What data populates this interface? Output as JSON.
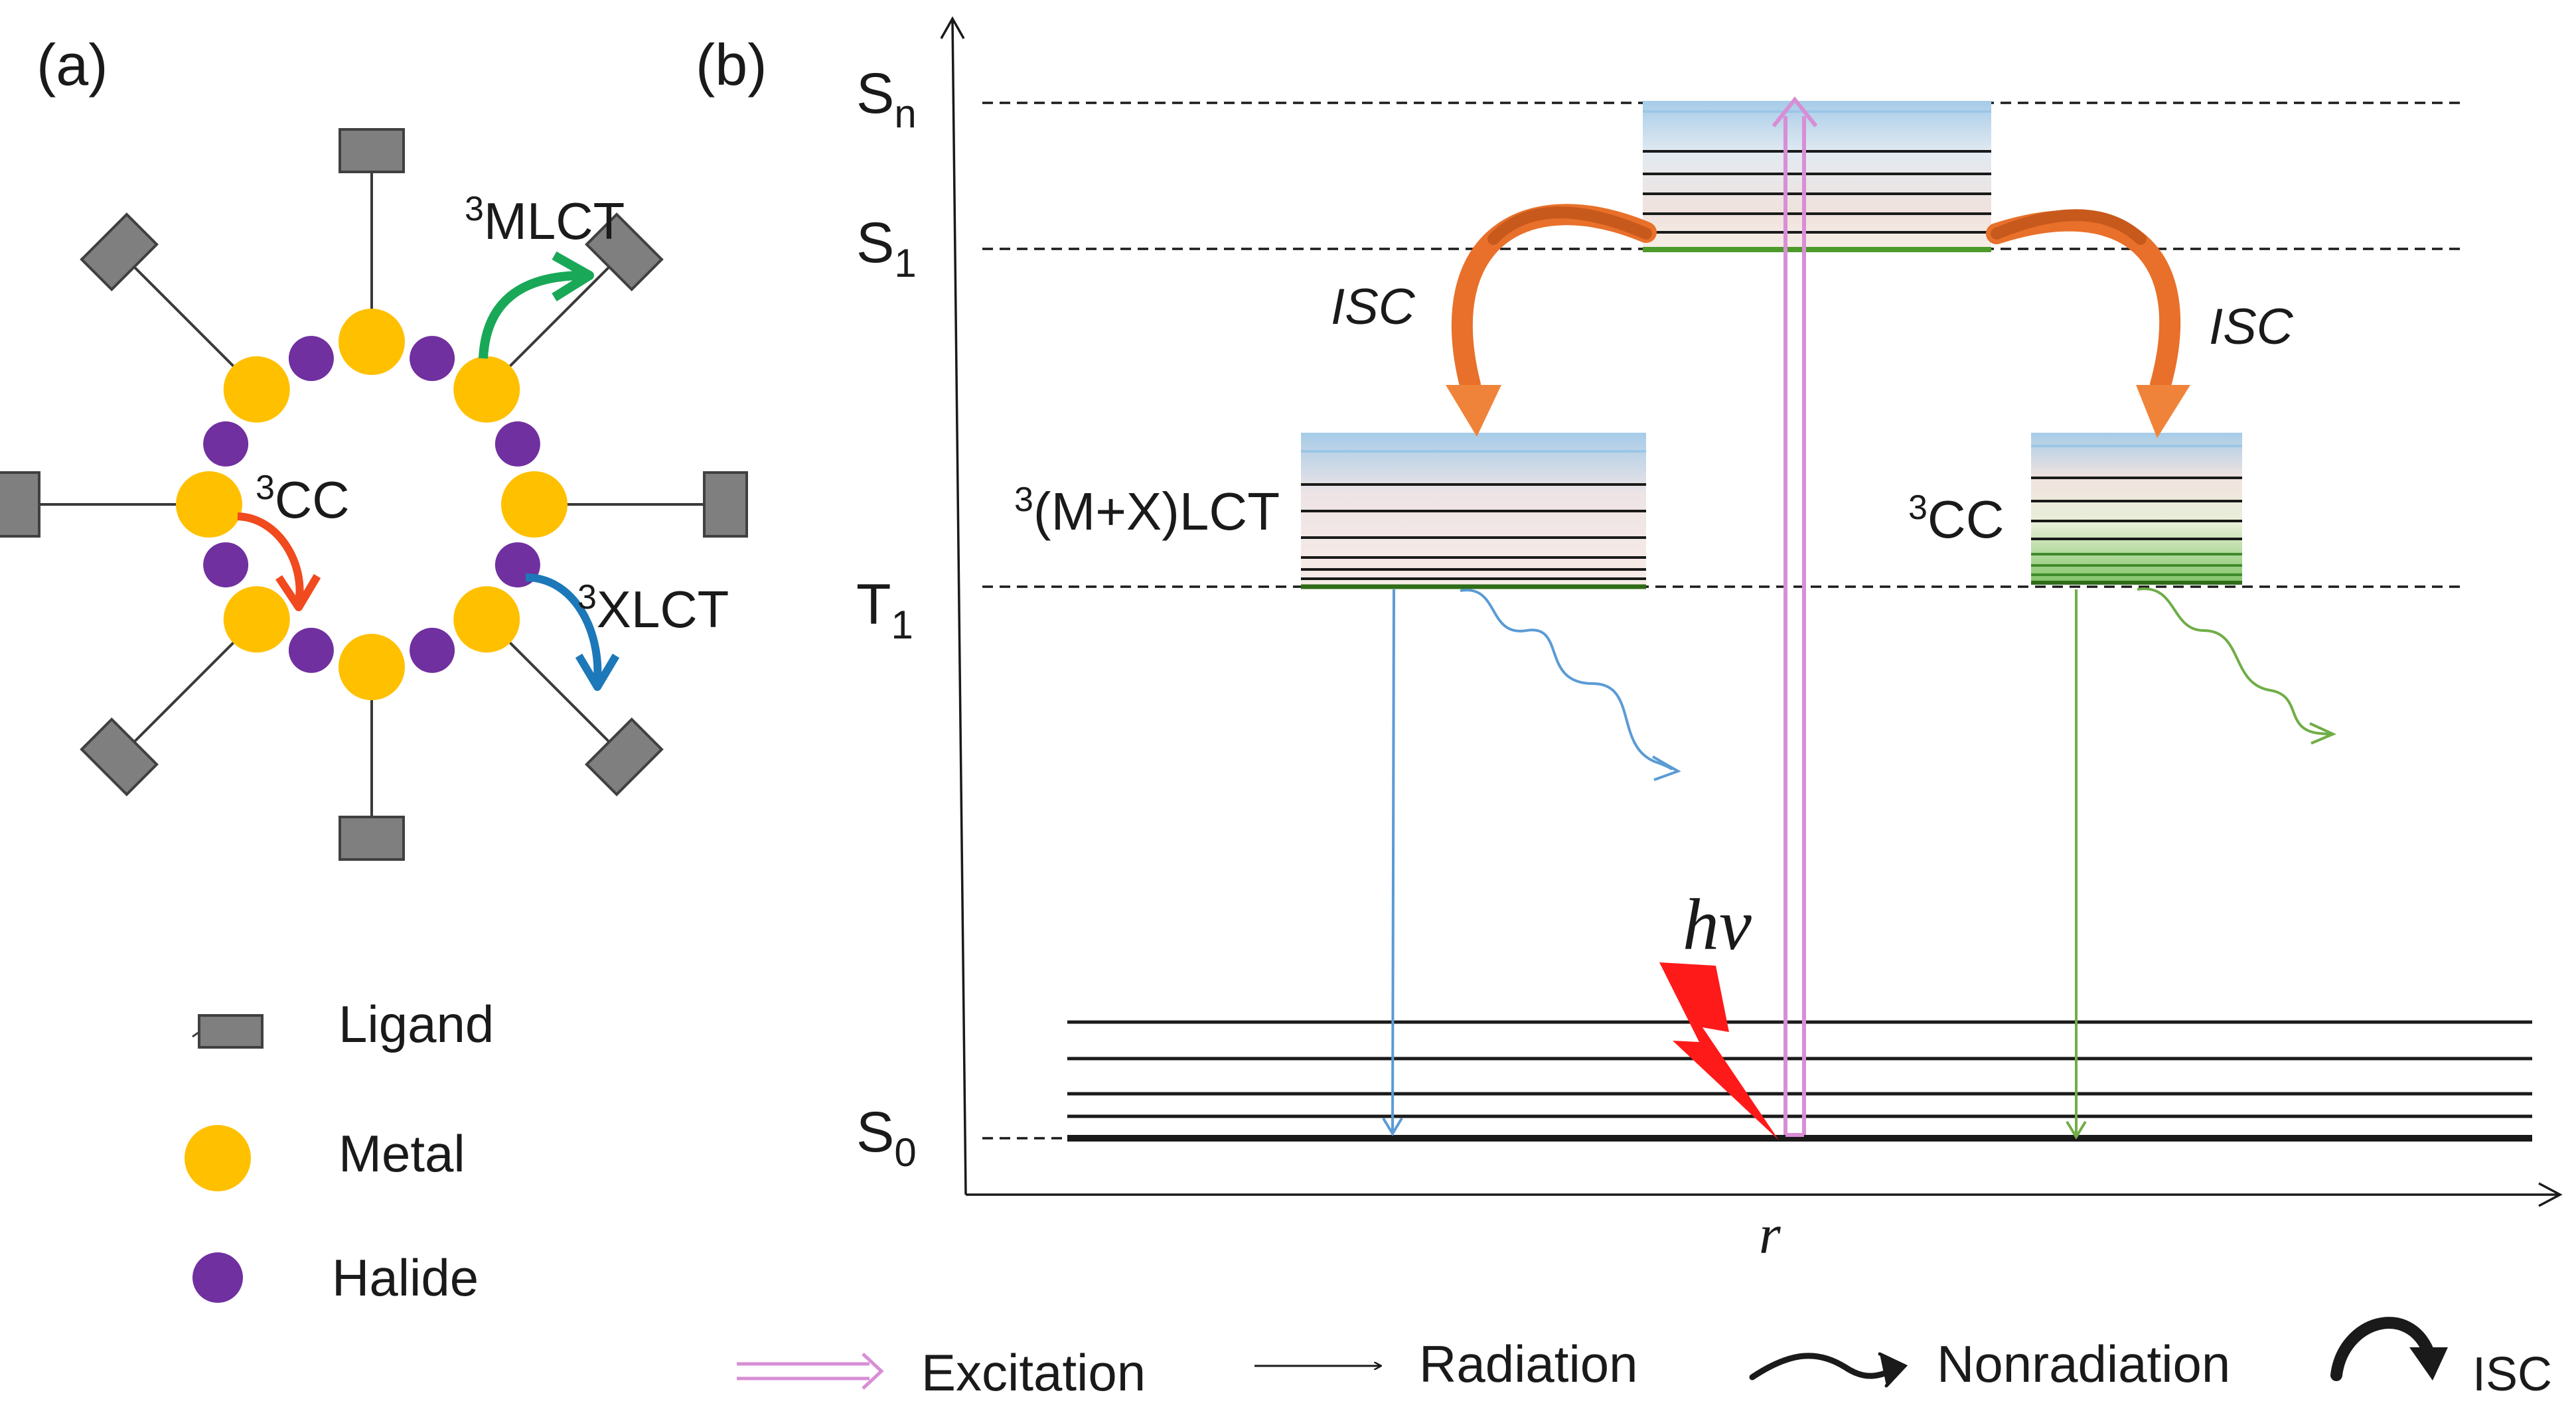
{
  "panel_a": {
    "label": "(a)",
    "transitions": [
      {
        "sup": "3",
        "name": "MLCT",
        "color": "#19a857"
      },
      {
        "sup": "3",
        "name": "CC",
        "color": "#f04a1e"
      },
      {
        "sup": "3",
        "name": "XLCT",
        "color": "#1c78b8"
      }
    ],
    "legend": [
      {
        "label": "Ligand",
        "icon": "ligand-rectangle",
        "color": "#7f7f7f"
      },
      {
        "label": "Metal",
        "icon": "metal-circle",
        "color": "#ffc000"
      },
      {
        "label": "Halide",
        "icon": "halide-circle",
        "color": "#7030a0"
      }
    ]
  },
  "panel_b": {
    "label": "(b)",
    "levels": {
      "Sn": {
        "main": "S",
        "sub": "n"
      },
      "S1": {
        "main": "S",
        "sub": "1"
      },
      "T1": {
        "main": "T",
        "sub": "1"
      },
      "S0": {
        "main": "S",
        "sub": "0"
      }
    },
    "x_axis_label": "r",
    "isc_left": "ISC",
    "isc_right": "ISC",
    "state_left": {
      "sup": "3",
      "name": "(M+X)LCT"
    },
    "state_right": {
      "sup": "3",
      "name": "CC"
    },
    "photon": {
      "h": "h",
      "nu": "ν"
    },
    "colors": {
      "excitation": "#d88ed6",
      "isc_arrow": "#e8702a",
      "radiation_left": "#5b9bd5",
      "radiation_right": "#70ad47",
      "photon": "#ff1a1a"
    }
  },
  "legend": {
    "excitation": "Excitation",
    "radiation": "Radiation",
    "nonradiation": "Nonradiation",
    "isc": "ISC"
  }
}
